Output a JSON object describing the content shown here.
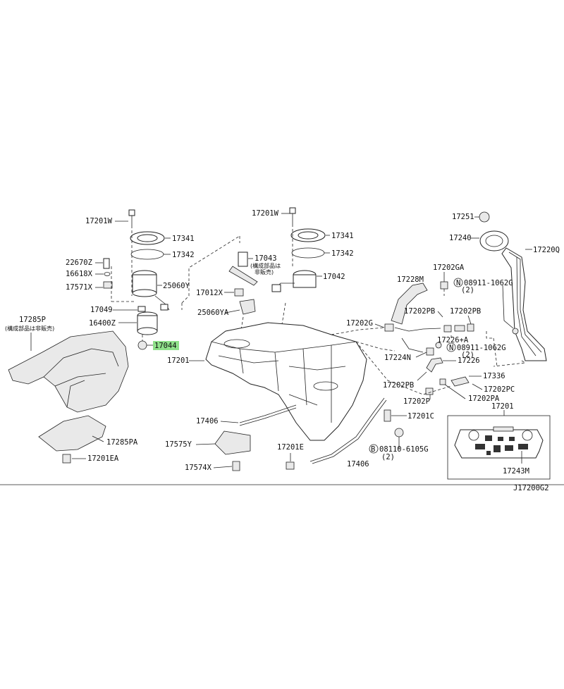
{
  "diagram": {
    "code": "J17200G2",
    "highlighted_part": "17044",
    "highlight_color": "#8fe08a",
    "labels": [
      {
        "id": "17201W-left",
        "text": "17201W"
      },
      {
        "id": "17341-left",
        "text": "17341"
      },
      {
        "id": "17342-left",
        "text": "17342"
      },
      {
        "id": "22670Z",
        "text": "22670Z"
      },
      {
        "id": "16618X",
        "text": "16618X"
      },
      {
        "id": "17571X",
        "text": "17571X"
      },
      {
        "id": "25060Y",
        "text": "25060Y"
      },
      {
        "id": "17049",
        "text": "17049"
      },
      {
        "id": "16400Z",
        "text": "16400Z"
      },
      {
        "id": "17044",
        "text": "17044"
      },
      {
        "id": "17285P",
        "text": "17285P"
      },
      {
        "id": "17285PA",
        "text": "17285PA"
      },
      {
        "id": "17201EA",
        "text": "17201EA"
      },
      {
        "id": "17201W-mid",
        "text": "17201W"
      },
      {
        "id": "17341-mid",
        "text": "17341"
      },
      {
        "id": "17342-mid",
        "text": "17342"
      },
      {
        "id": "17042",
        "text": "17042"
      },
      {
        "id": "17043",
        "text": "17043"
      },
      {
        "id": "17012X",
        "text": "17012X"
      },
      {
        "id": "25060YA",
        "text": "25060YA"
      },
      {
        "id": "17201-main",
        "text": "17201"
      },
      {
        "id": "17406-a",
        "text": "17406"
      },
      {
        "id": "17575Y",
        "text": "17575Y"
      },
      {
        "id": "17574X",
        "text": "17574X"
      },
      {
        "id": "17201E",
        "text": "17201E"
      },
      {
        "id": "17406-b",
        "text": "17406"
      },
      {
        "id": "17201C",
        "text": "17201C"
      },
      {
        "id": "08110-6105G",
        "text": "08110-6105G"
      },
      {
        "id": "08110-qty",
        "text": "(2)"
      },
      {
        "id": "17251",
        "text": "17251"
      },
      {
        "id": "17240",
        "text": "17240"
      },
      {
        "id": "17220Q",
        "text": "17220Q"
      },
      {
        "id": "17228M",
        "text": "17228M"
      },
      {
        "id": "17202GA",
        "text": "17202GA"
      },
      {
        "id": "08911-1062G-a",
        "text": "08911-1062G"
      },
      {
        "id": "08911-qty-a",
        "text": "(2)"
      },
      {
        "id": "17202PB-a",
        "text": "17202PB"
      },
      {
        "id": "17202PB-b",
        "text": "17202PB"
      },
      {
        "id": "17202G",
        "text": "17202G"
      },
      {
        "id": "17226A",
        "text": "17226+A"
      },
      {
        "id": "08911-1062G-b",
        "text": "08911-1062G"
      },
      {
        "id": "08911-qty-b",
        "text": "(2)"
      },
      {
        "id": "17224N",
        "text": "17224N"
      },
      {
        "id": "17226",
        "text": "17226"
      },
      {
        "id": "17202PB-c",
        "text": "17202PB"
      },
      {
        "id": "17336",
        "text": "17336"
      },
      {
        "id": "17202PC",
        "text": "17202PC"
      },
      {
        "id": "17202PA",
        "text": "17202PA"
      },
      {
        "id": "17202P",
        "text": "17202P"
      },
      {
        "id": "17201-inset",
        "text": "17201"
      },
      {
        "id": "17243M",
        "text": "17243M"
      }
    ],
    "notes": [
      {
        "id": "note-17285P",
        "line1": "(構成部品は非販売)"
      },
      {
        "id": "note-17042",
        "line1": "(構成部品は",
        "line2": "非販売)"
      }
    ],
    "symbols": {
      "circle_n": "N",
      "circle_b": "B"
    }
  }
}
